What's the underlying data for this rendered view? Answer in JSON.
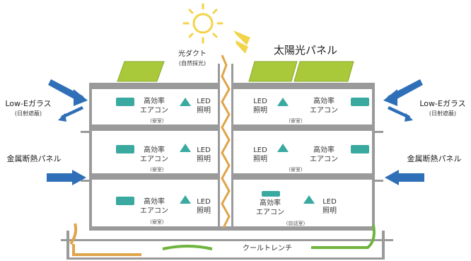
{
  "labels": {
    "sun_duct": "光ダクト",
    "sun_duct_sub": "(自然採光)",
    "solar_panel": "太陽光パネル",
    "low_e_glass": "Low-Eガラス",
    "low_e_sub": "(日射遮蔽)",
    "metal_panel": "金属断熱パネル",
    "cool_trench": "クールトレンチ",
    "aircon_line1": "高効率",
    "aircon_line2": "エアコン",
    "led_line1": "LED",
    "led_line2": "照明",
    "room_dorm": "(寮室)",
    "room_lounge": "(談話室)"
  },
  "colors": {
    "arrow_blue": "#2f6fb8",
    "solar_green": "#a9c93b",
    "duct_orange": "#e0a44a",
    "sun_yellow": "#f2d44a",
    "structure_gray": "#9a9a9a",
    "trench_green": "#6fb43f",
    "device_teal": "#3aa9a0"
  }
}
